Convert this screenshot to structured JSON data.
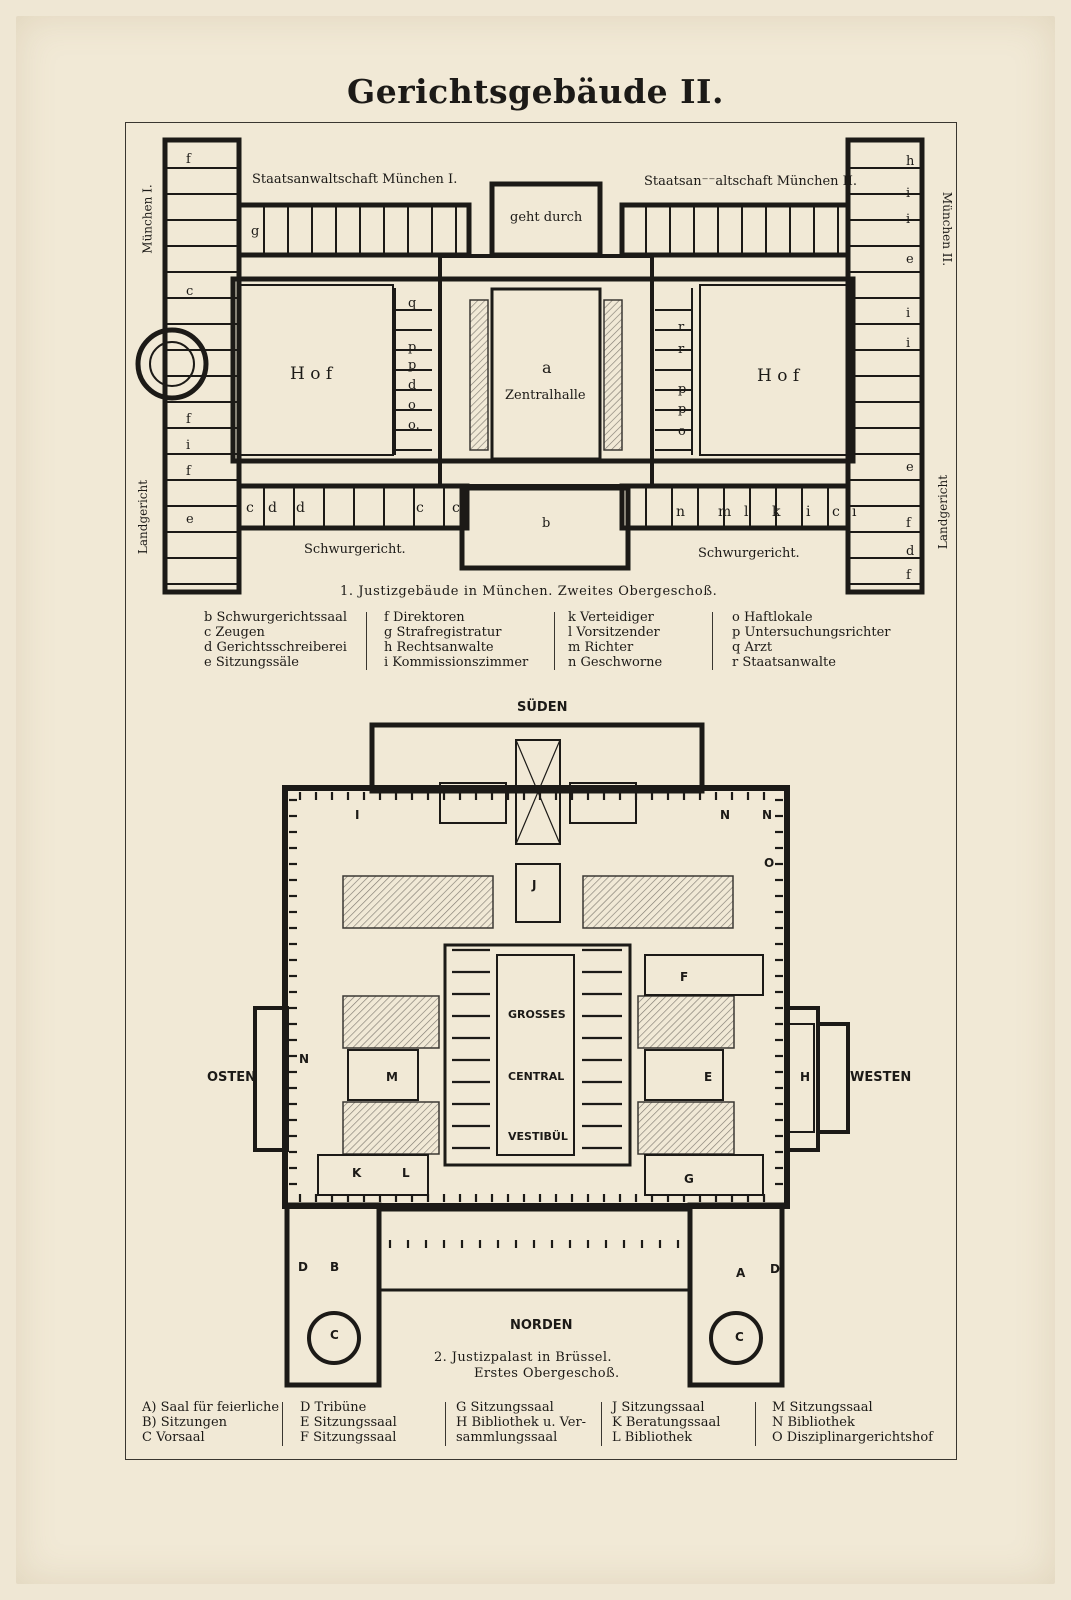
{
  "title": "Gerichtsgebäude II.",
  "plan1": {
    "caption": "1. Justizgebäude in München. Zweites Obergeschoß.",
    "labels": {
      "staatsanwalt_1": "Staatsanwaltschaft München I.",
      "staatsanwalt_2": "Staatsan⁻⁻altschaft München II.",
      "geht_durch": "geht durch",
      "muenchen_1": "München I.",
      "muenchen_2": "München II.",
      "landgericht_left": "Landgericht",
      "landgericht_right": "Landgericht",
      "hof_left": "H o f",
      "hof_right": "H o f",
      "a": "a",
      "zentralhalle": "Zentralhalle",
      "schwurgericht_left": "Schwurgericht.",
      "schwurgericht_right": "Schwurgericht."
    },
    "room_letters": {
      "left_wing": [
        "f",
        "c",
        "f",
        "i",
        "f",
        "e"
      ],
      "top_left_g": "g",
      "middle_left": [
        "q",
        "p",
        "p",
        "d",
        "o",
        "o."
      ],
      "middle_right": [
        "r",
        "r",
        "p",
        "p",
        "o"
      ],
      "right_wing": [
        "h",
        "i",
        "i",
        "e",
        "i",
        "i",
        "e",
        "f",
        "d",
        "f"
      ],
      "bottom_left": [
        "c",
        "d",
        "d",
        "c",
        "c"
      ],
      "bottom_right": [
        "n",
        "m",
        "l",
        "k",
        "i",
        "c",
        "i"
      ],
      "b": "b"
    },
    "legend": [
      [
        "b Schwurgerichtssaal",
        "c Zeugen",
        "d Gerichtsschreiberei",
        "e Sitzungssäle"
      ],
      [
        "f Direktoren",
        "g Strafregistratur",
        "h Rechtsanwalte",
        "i Kommissionszimmer"
      ],
      [
        "k Verteidiger",
        "l Vorsitzender",
        "m Richter",
        "n Geschworne"
      ],
      [
        "o Haftlokale",
        "p Untersuchungsrichter",
        "q Arzt",
        "r Staatsanwalte"
      ]
    ]
  },
  "plan2": {
    "caption": "2. Justizpalast in Brüssel.",
    "subcaption": "Erstes Obergeschoß.",
    "directions": {
      "north": "NORDEN",
      "south": "SÜDEN",
      "east": "OSTEN",
      "west": "WESTEN"
    },
    "center": [
      "GROSSES",
      "CENTRAL",
      "VESTIBÜL"
    ],
    "room_letters": [
      "J",
      "F",
      "M",
      "E",
      "H",
      "K",
      "L",
      "G",
      "N",
      "N",
      "N",
      "O",
      "B",
      "A",
      "C",
      "C",
      "D",
      "D",
      "I"
    ],
    "legend": [
      [
        "A) Saal für feierliche",
        "B)       Sitzungen",
        "C Vorsaal"
      ],
      [
        "D Tribüne",
        "E Sitzungssaal",
        "F Sitzungssaal"
      ],
      [
        "G Sitzungssaal",
        "H Bibliothek u. Ver-",
        "     sammlungssaal"
      ],
      [
        "J Sitzungssaal",
        "K Beratungssaal",
        "L Bibliothek"
      ],
      [
        "M Sitzungssaal",
        "N Bibliothek",
        "O Disziplinargerichtshof"
      ]
    ]
  },
  "colors": {
    "paper": "#f1e9d6",
    "ink": "#1c1a17",
    "hatch": "#8a857c"
  }
}
